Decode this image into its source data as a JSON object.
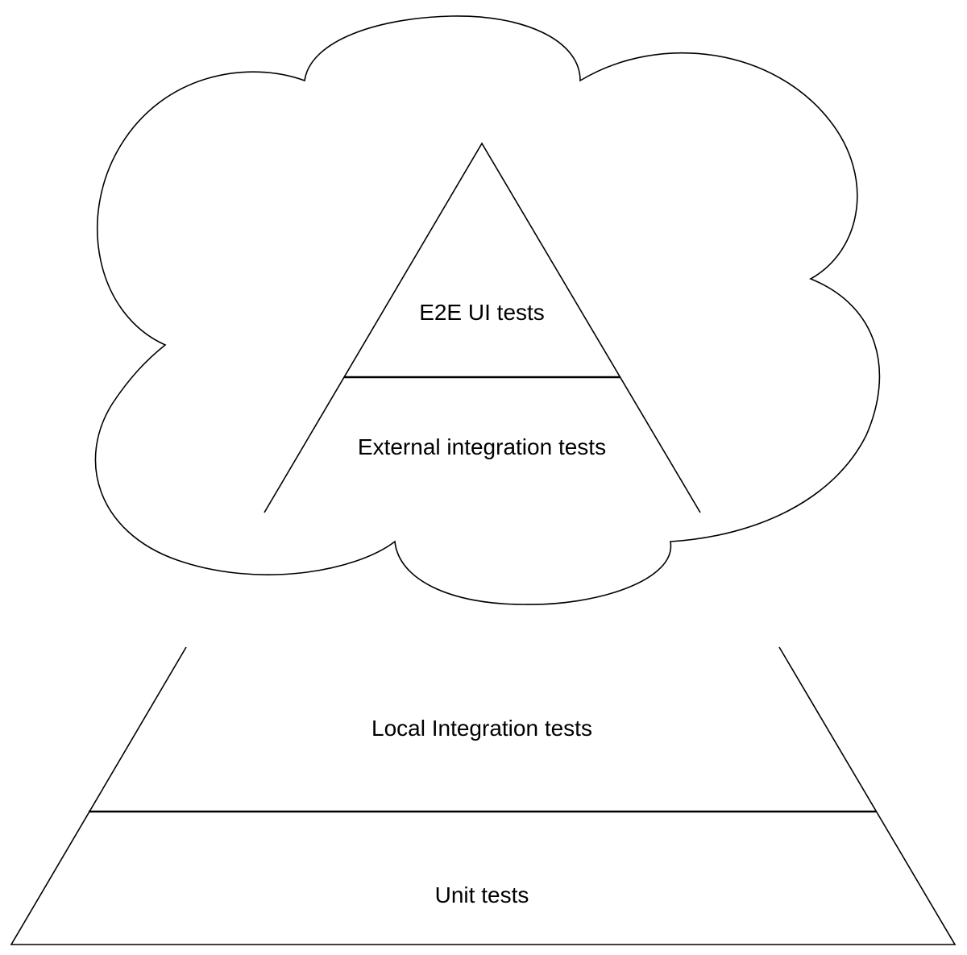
{
  "diagram": {
    "labels": {
      "e2e_ui_tests": "E2E UI tests",
      "external_integration_tests": "External integration tests",
      "local_integration_tests": "Local Integration tests",
      "unit_tests": "Unit tests"
    },
    "colors": {
      "stroke": "#000000",
      "background": "#ffffff",
      "text": "#000000"
    }
  }
}
